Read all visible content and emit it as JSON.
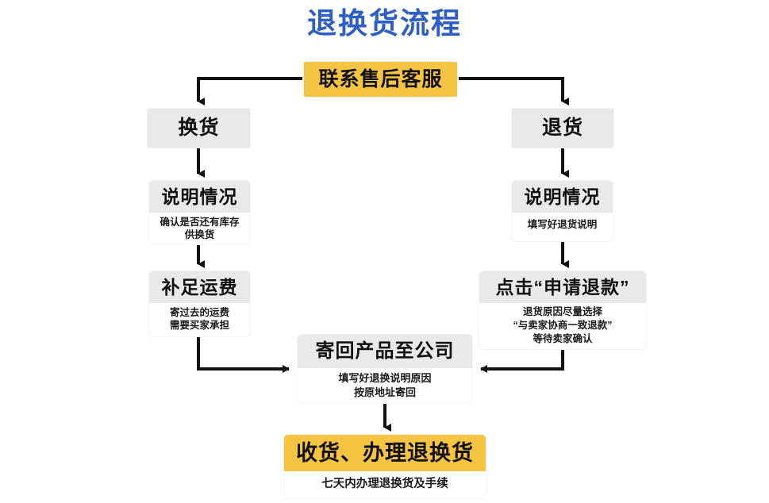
{
  "title": "退换货流程",
  "colors": {
    "title_blue": "#2f5ec4",
    "accent_yellow": "#f6c443",
    "header_gray": "#e9e9e9",
    "body_white": "#ffffff",
    "line_black": "#111111"
  },
  "nodes": {
    "contact": {
      "head": "联系售后客服",
      "style": "accent"
    },
    "exchange": {
      "head": "换货",
      "style": "gray"
    },
    "return": {
      "head": "退货",
      "style": "gray"
    },
    "explain_left": {
      "head": "说明情况",
      "line1": "确认是否还有库存",
      "line2": "供换货"
    },
    "explain_right": {
      "head": "说明情况",
      "line1": "填写好退货说明"
    },
    "freight": {
      "head": "补足运费",
      "line1": "寄过去的运费",
      "line2": "需要买家承担"
    },
    "refund": {
      "head": "点击“申请退款”",
      "line1": "退货原因尽量选择",
      "line2": "“与卖家协商一致退款”",
      "line3": "等待卖家确认"
    },
    "ship_back": {
      "head": "寄回产品至公司",
      "line1": "填写好退换说明原因",
      "line2": "按原地址寄回"
    },
    "receive": {
      "head": "收货、办理退换货",
      "line1": "七天内办理退换货及手续",
      "style": "accent"
    }
  },
  "connectors": [
    {
      "name": "contact-to-exchange",
      "from": "contact",
      "to": "exchange",
      "shape": "elbow-left-down"
    },
    {
      "name": "contact-to-return",
      "from": "contact",
      "to": "return",
      "shape": "elbow-right-down"
    },
    {
      "name": "exchange-to-explain-left",
      "from": "exchange",
      "to": "explain_left",
      "shape": "straight-down"
    },
    {
      "name": "explain-left-to-freight",
      "from": "explain_left",
      "to": "freight",
      "shape": "straight-down"
    },
    {
      "name": "freight-to-ship-back",
      "from": "freight",
      "to": "ship_back",
      "shape": "elbow-down-right"
    },
    {
      "name": "return-to-explain-right",
      "from": "return",
      "to": "explain_right",
      "shape": "straight-down"
    },
    {
      "name": "explain-right-to-refund",
      "from": "explain_right",
      "to": "refund",
      "shape": "straight-down"
    },
    {
      "name": "refund-to-ship-back",
      "from": "refund",
      "to": "ship_back",
      "shape": "elbow-down-left"
    },
    {
      "name": "ship-back-to-receive",
      "from": "ship_back",
      "to": "receive",
      "shape": "straight-down"
    }
  ]
}
